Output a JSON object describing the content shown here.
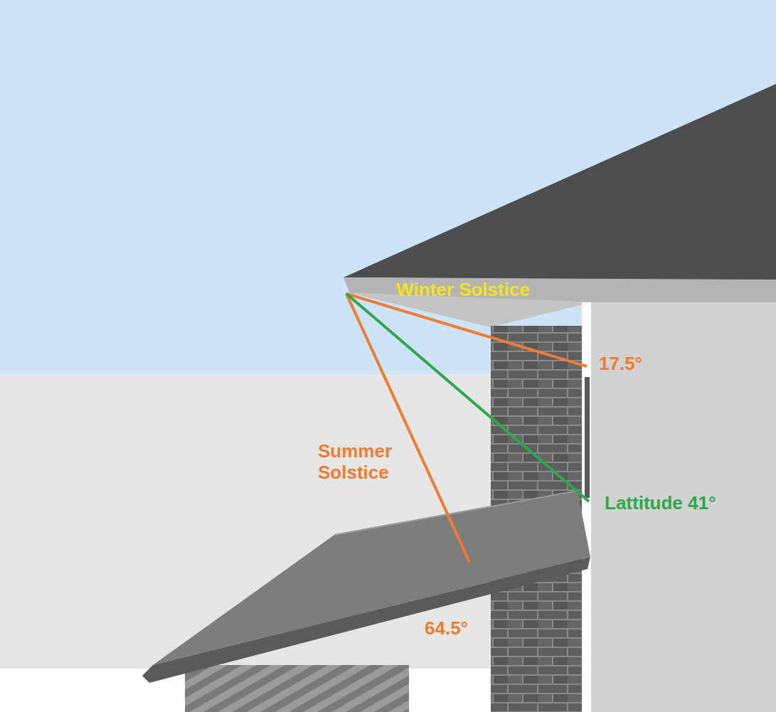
{
  "diagram": {
    "labels": [
      "Winter Solstice",
      "17.5°",
      "Summer Solstice",
      "Lattitude 41°",
      "64.5°"
    ]
  }
}
